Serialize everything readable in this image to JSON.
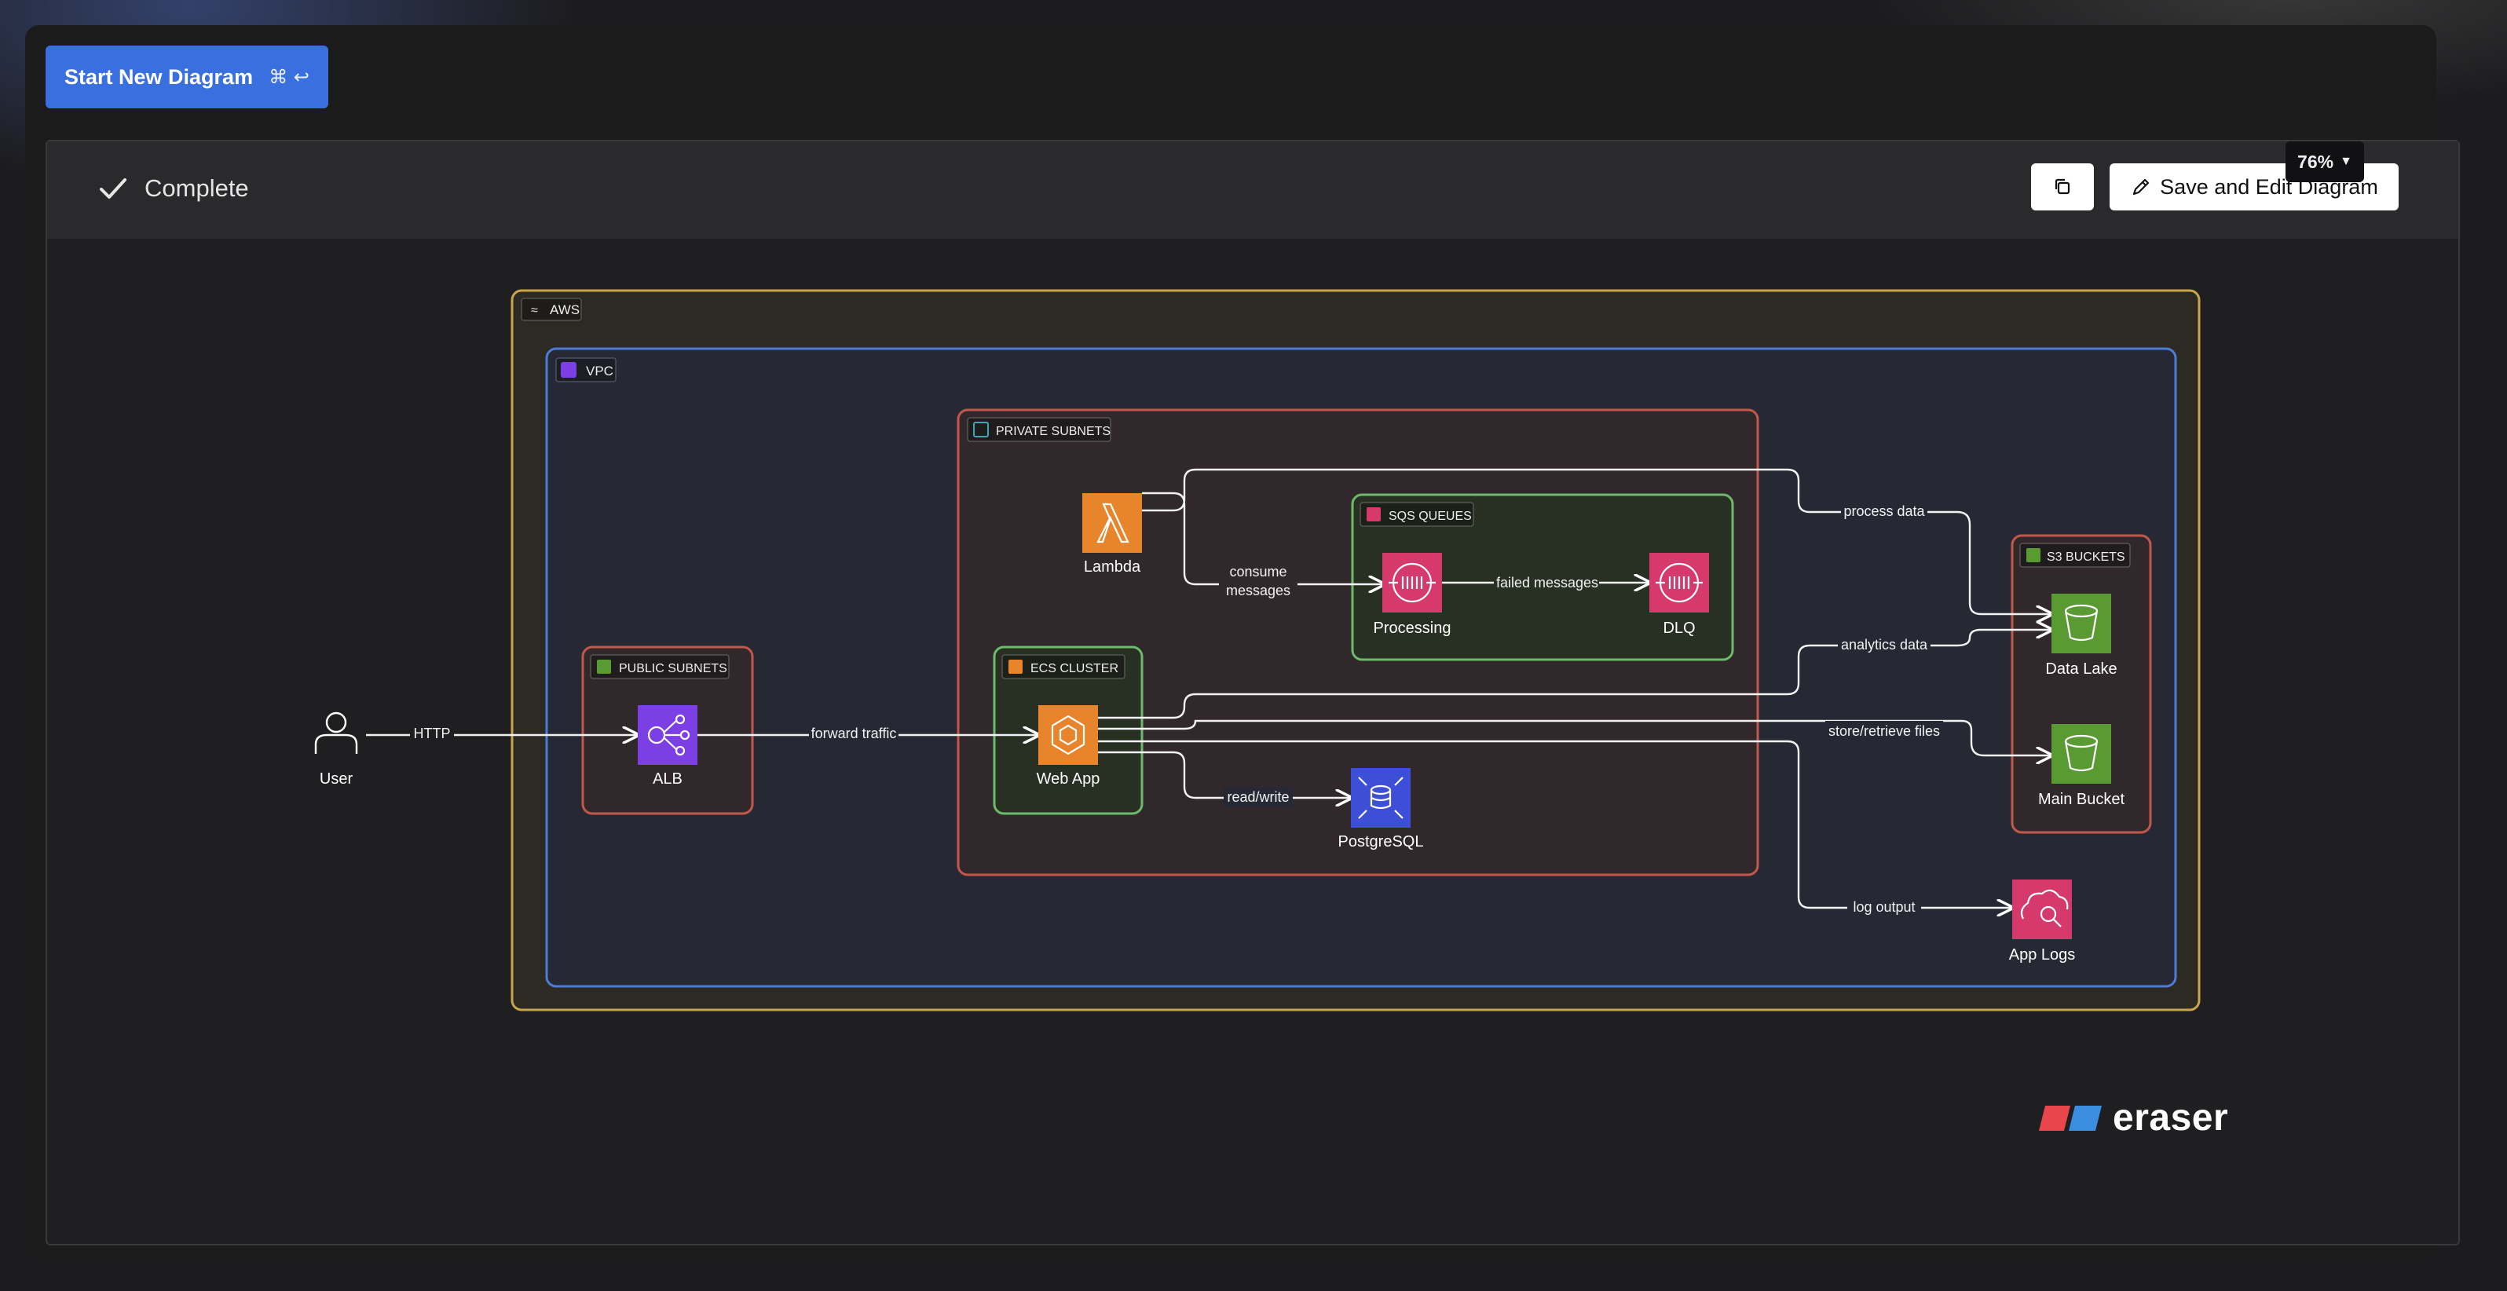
{
  "toolbar": {
    "start_label": "Start New Diagram",
    "start_shortcut": "⌘ ↩"
  },
  "status": {
    "label": "Complete"
  },
  "actions": {
    "save_edit_label": "Save and Edit Diagram"
  },
  "zoom": {
    "value": "76%"
  },
  "diagram": {
    "groups": {
      "aws": "AWS",
      "vpc": "VPC",
      "private_subnets": "PRIVATE SUBNETS",
      "public_subnets": "PUBLIC SUBNETS",
      "ecs_cluster": "ECS CLUSTER",
      "sqs_queues": "SQS QUEUES",
      "s3_buckets": "S3 BUCKETS"
    },
    "nodes": {
      "user": "User",
      "alb": "ALB",
      "web_app": "Web App",
      "lambda": "Lambda",
      "processing": "Processing",
      "dlq": "DLQ",
      "postgresql": "PostgreSQL",
      "data_lake": "Data Lake",
      "main_bucket": "Main Bucket",
      "app_logs": "App Logs"
    },
    "edges": {
      "http": "HTTP",
      "forward_traffic": "forward traffic",
      "consume_line1": "consume",
      "consume_line2": "messages",
      "failed_messages": "failed messages",
      "process_data": "process data",
      "analytics_data": "analytics data",
      "store_retrieve": "store/retrieve files",
      "read_write": "read/write",
      "log_output": "log output"
    }
  },
  "brand": {
    "name": "eraser"
  },
  "colors": {
    "accent": "#3a6fe0",
    "aws_border": "#c9a64a",
    "vpc_border": "#4c7bd9",
    "private_border": "#c4574b",
    "ecs_border": "#6dbb6a",
    "sqs_border": "#6dbb6a",
    "s3_border": "#c4574b",
    "orange": "#e8842c",
    "purple": "#7b3fe4",
    "pink": "#d63a6c",
    "blue": "#3d4fd6",
    "green": "#5a9a32"
  }
}
